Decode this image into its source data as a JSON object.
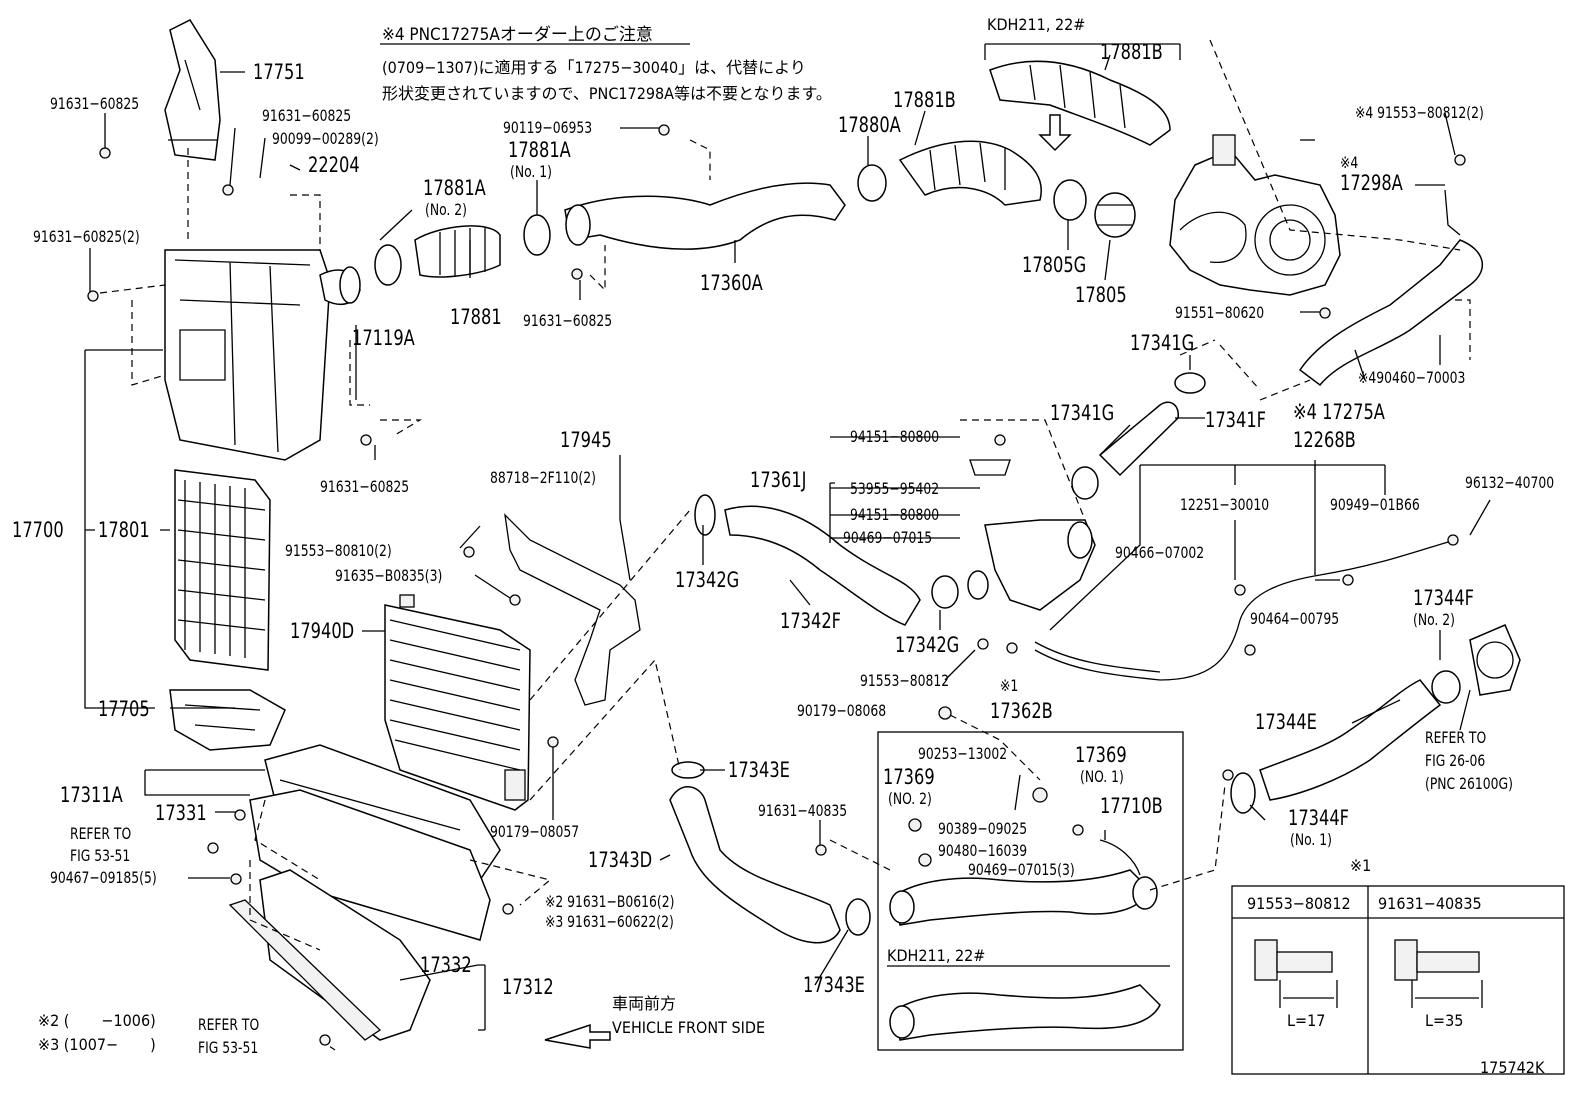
{
  "notes": {
    "note4_title": "※4 PNC17275Aオーダー上のご注意",
    "note4_line1": "(0709−1307)に適用する「17275−30040」は、代替により",
    "note4_line2": "形状変更されていますので、PNC17298A等は不要となります。",
    "kdh_top": "KDH211, 22#",
    "kdh_bottom": "KDH211, 22#",
    "vehicle_front_jp": "車両前方",
    "vehicle_front_en": "VEHICLE FRONT SIDE",
    "foot2": "※2 (　　−1006)",
    "foot3": "※3 (1007−　　)",
    "illustration_id": "175742K"
  },
  "labels": [
    {
      "id": "17751",
      "text": "17751"
    },
    {
      "id": "91631-60825-a",
      "text": "91631−60825"
    },
    {
      "id": "91631-60825-b",
      "text": "91631−60825"
    },
    {
      "id": "90099-00289",
      "text": "90099−00289(2)"
    },
    {
      "id": "22204",
      "text": "22204"
    },
    {
      "id": "91631-60825-2",
      "text": "91631−60825(2)"
    },
    {
      "id": "17881A-no2",
      "text": "17881A"
    },
    {
      "id": "17881A-no2-sub",
      "text": "(No. 2)"
    },
    {
      "id": "17881",
      "text": "17881"
    },
    {
      "id": "90119-06953",
      "text": "90119−06953"
    },
    {
      "id": "17881A-no1",
      "text": "17881A"
    },
    {
      "id": "17881A-no1-sub",
      "text": "(No. 1)"
    },
    {
      "id": "17360A",
      "text": "17360A"
    },
    {
      "id": "91631-60825-c",
      "text": "91631−60825"
    },
    {
      "id": "17880A",
      "text": "17880A"
    },
    {
      "id": "17881B-a",
      "text": "17881B"
    },
    {
      "id": "17881B-b",
      "text": "17881B"
    },
    {
      "id": "17805G",
      "text": "17805G"
    },
    {
      "id": "17805",
      "text": "17805"
    },
    {
      "id": "91553-80812-2",
      "text": "※4 91553−80812(2)"
    },
    {
      "id": "17298A-mark",
      "text": "※4"
    },
    {
      "id": "17298A",
      "text": "17298A"
    },
    {
      "id": "91551-80620",
      "text": "91551−80620"
    },
    {
      "id": "90460-70003",
      "text": "※490460−70003"
    },
    {
      "id": "17275A",
      "text": "※4 17275A"
    },
    {
      "id": "17119A",
      "text": "17119A"
    },
    {
      "id": "91631-60825-d",
      "text": "91631−60825"
    },
    {
      "id": "17341G-a",
      "text": "17341G"
    },
    {
      "id": "17341G-b",
      "text": "17341G"
    },
    {
      "id": "17341F",
      "text": "17341F"
    },
    {
      "id": "12268B",
      "text": "12268B"
    },
    {
      "id": "17945",
      "text": "17945"
    },
    {
      "id": "88718-2F110",
      "text": "88718−2F110(2)"
    },
    {
      "id": "17361J",
      "text": "17361J"
    },
    {
      "id": "94151-80800-a",
      "text": "94151−80800"
    },
    {
      "id": "53955-95402",
      "text": "53955−95402"
    },
    {
      "id": "94151-80800-b",
      "text": "94151−80800"
    },
    {
      "id": "90469-07015",
      "text": "90469−07015"
    },
    {
      "id": "12251-30010",
      "text": "12251−30010"
    },
    {
      "id": "90949-01B66",
      "text": "90949−01B66"
    },
    {
      "id": "96132-40700",
      "text": "96132−40700"
    },
    {
      "id": "90466-07002",
      "text": "90466−07002"
    },
    {
      "id": "17700",
      "text": "17700"
    },
    {
      "id": "17801",
      "text": "17801"
    },
    {
      "id": "91553-80810",
      "text": "91553−80810(2)"
    },
    {
      "id": "91635-B0835",
      "text": "91635−B0835(3)"
    },
    {
      "id": "17342G-a",
      "text": "17342G"
    },
    {
      "id": "17342F",
      "text": "17342F"
    },
    {
      "id": "17342G-b",
      "text": "17342G"
    },
    {
      "id": "17940D",
      "text": "17940D"
    },
    {
      "id": "90464-00795",
      "text": "90464−00795"
    },
    {
      "id": "17344F-no2",
      "text": "17344F"
    },
    {
      "id": "17344F-no2-sub",
      "text": "(No. 2)"
    },
    {
      "id": "91553-80812",
      "text": "91553−80812"
    },
    {
      "id": "mark1",
      "text": "※1"
    },
    {
      "id": "17705",
      "text": "17705"
    },
    {
      "id": "90179-08068",
      "text": "90179−08068"
    },
    {
      "id": "17362B",
      "text": "17362B"
    },
    {
      "id": "17344E",
      "text": "17344E"
    },
    {
      "id": "refer26-a",
      "text": "REFER TO"
    },
    {
      "id": "refer26-b",
      "text": "FIG 26-06"
    },
    {
      "id": "refer26-c",
      "text": "(PNC 26100G)"
    },
    {
      "id": "90253-13002",
      "text": "90253−13002"
    },
    {
      "id": "17369-no1",
      "text": "17369"
    },
    {
      "id": "17369-no1-sub",
      "text": "(NO. 1)"
    },
    {
      "id": "17369-no2",
      "text": "17369"
    },
    {
      "id": "17369-no2-sub",
      "text": "(NO. 2)"
    },
    {
      "id": "17343E-a",
      "text": "17343E"
    },
    {
      "id": "17311A",
      "text": "17311A"
    },
    {
      "id": "17331",
      "text": "17331"
    },
    {
      "id": "refer53a-1",
      "text": "REFER TO"
    },
    {
      "id": "refer53a-2",
      "text": "FIG 53-51"
    },
    {
      "id": "90467-09185",
      "text": "90467−09185(5)"
    },
    {
      "id": "90179-08057",
      "text": "90179−08057"
    },
    {
      "id": "91631-40835",
      "text": "91631−40835"
    },
    {
      "id": "17343D",
      "text": "17343D"
    },
    {
      "id": "17710B",
      "text": "17710B"
    },
    {
      "id": "90389-09025",
      "text": "90389−09025"
    },
    {
      "id": "90480-16039",
      "text": "90480−16039"
    },
    {
      "id": "90469-07015-3",
      "text": "90469−07015(3)"
    },
    {
      "id": "17344F-no1",
      "text": "17344F"
    },
    {
      "id": "17344F-no1-sub",
      "text": "(No. 1)"
    },
    {
      "id": "91631-B0616",
      "text": "※2 91631−B0616(2)"
    },
    {
      "id": "91631-60622",
      "text": "※3 91631−60622(2)"
    },
    {
      "id": "17343E-b",
      "text": "17343E"
    },
    {
      "id": "17332",
      "text": "17332"
    },
    {
      "id": "17312",
      "text": "17312"
    },
    {
      "id": "refer53b-1",
      "text": "REFER TO"
    },
    {
      "id": "refer53b-2",
      "text": "FIG 53-51"
    }
  ],
  "bolt_table": {
    "title": "※1",
    "columns": [
      "91553−80812",
      "91631−40835"
    ],
    "lengths": [
      "L=17",
      "L=35"
    ]
  }
}
